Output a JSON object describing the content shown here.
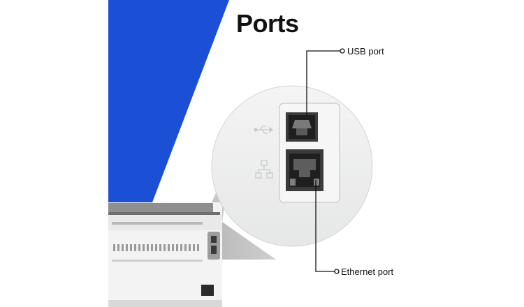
{
  "title": "Ports",
  "callouts": {
    "usb": "USB port",
    "ethernet": "Ethernet port"
  },
  "colors": {
    "accent_blue": "#1a4fd6",
    "circle_fill": "#eeefef",
    "line": "#111111"
  },
  "icons": [
    "usb-symbol-icon",
    "network-symbol-icon"
  ]
}
